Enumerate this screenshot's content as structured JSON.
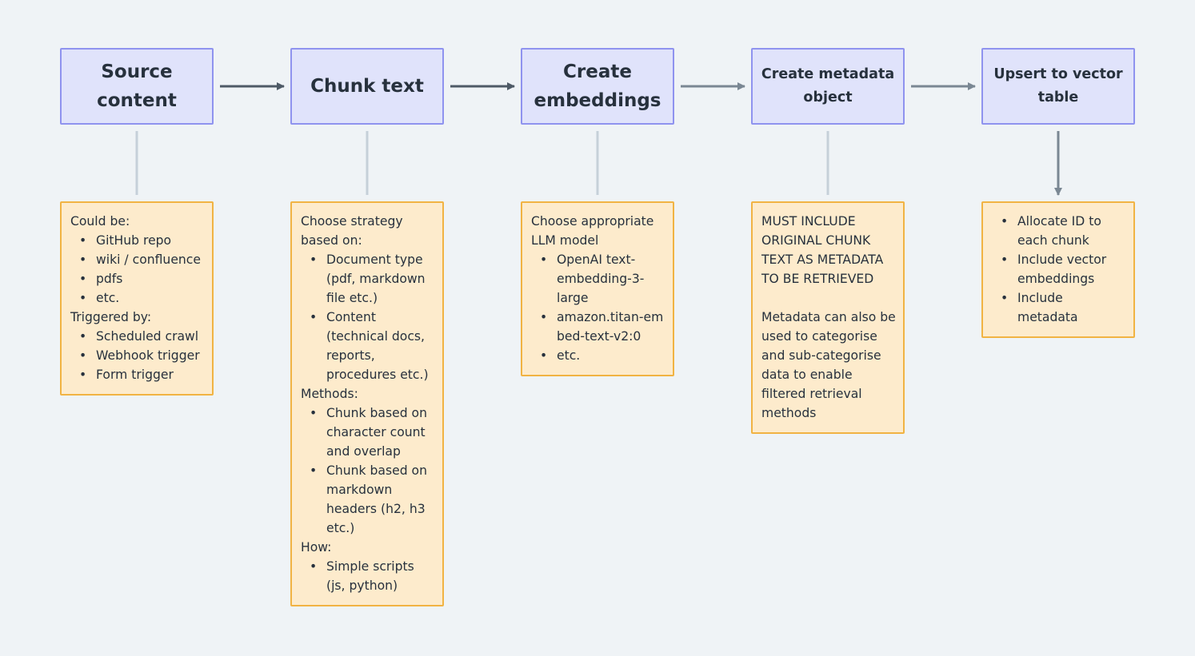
{
  "steps": [
    {
      "title": "Source content"
    },
    {
      "title": "Chunk text"
    },
    {
      "title": "Create embeddings"
    },
    {
      "title": "Create metadata object"
    },
    {
      "title": "Upsert to vector table"
    }
  ],
  "notes": {
    "source": {
      "heading1": "Could be:",
      "items1": [
        "GitHub repo",
        "wiki / confluence",
        "pdfs",
        "etc."
      ],
      "heading2": "Triggered by:",
      "items2": [
        "Scheduled crawl",
        "Webhook trigger",
        "Form trigger"
      ]
    },
    "chunk": {
      "heading1": "Choose strategy based on:",
      "items1": [
        "Document type (pdf, markdown file etc.)",
        "Content (technical docs, reports, procedures etc.)"
      ],
      "heading2": "Methods:",
      "items2": [
        "Chunk based on character count and overlap",
        "Chunk based on markdown headers (h2, h3 etc.)"
      ],
      "heading3": "How:",
      "items3": [
        "Simple scripts (js, python)"
      ]
    },
    "embeddings": {
      "heading1": "Choose appropriate LLM model",
      "items1": [
        "OpenAI text-embedding-3-large",
        "amazon.titan-embed-text-v2:0",
        "etc."
      ]
    },
    "metadata": {
      "paragraph1": "MUST INCLUDE ORIGINAL CHUNK TEXT AS METADATA TO BE RETRIEVED",
      "paragraph2": "Metadata can also be used to categorise and sub-categorise data to enable filtered retrieval methods"
    },
    "upsert": {
      "items1": [
        "Allocate ID to each chunk",
        "Include vector embeddings",
        "Include metadata"
      ]
    }
  }
}
